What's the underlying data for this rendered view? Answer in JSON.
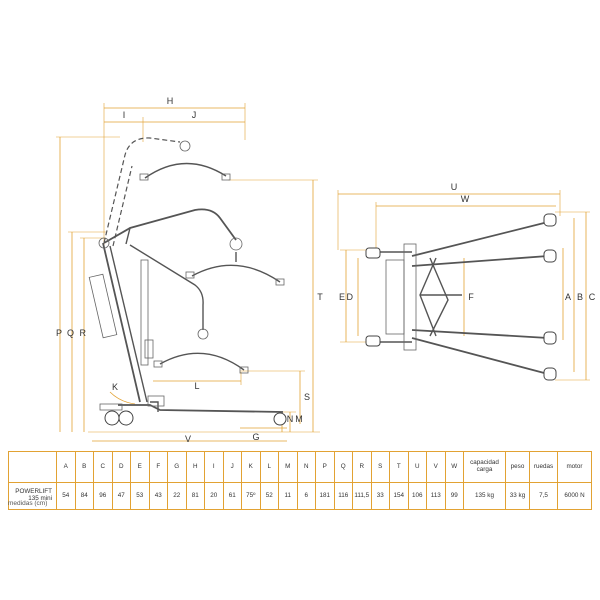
{
  "diagram": {
    "labels": {
      "H": "H",
      "I": "I",
      "J": "J",
      "K": "K",
      "L": "L",
      "P": "P",
      "Q": "Q",
      "R": "R",
      "S": "S",
      "T": "T",
      "G": "G",
      "V": "V",
      "N": "N",
      "M": "M",
      "U": "U",
      "W": "W",
      "D": "D",
      "E": "E",
      "F": "F",
      "A": "A",
      "B": "B",
      "C": "C"
    }
  },
  "table": {
    "headers": [
      "A",
      "B",
      "C",
      "D",
      "E",
      "F",
      "G",
      "H",
      "I",
      "J",
      "K",
      "L",
      "M",
      "N",
      "P",
      "Q",
      "R",
      "S",
      "T",
      "U",
      "V",
      "W",
      "capacidad carga",
      "peso",
      "ruedas",
      "motor"
    ],
    "model_line1": "POWERLIFT",
    "model_line2": "135 mini",
    "values": [
      "54",
      "84",
      "96",
      "47",
      "53",
      "43",
      "22",
      "81",
      "20",
      "61",
      "75º",
      "52",
      "11",
      "6",
      "181",
      "116",
      "111,5",
      "33",
      "154",
      "106",
      "113",
      "99",
      "135 kg",
      "33 kg",
      "7,5",
      "6000 N"
    ]
  },
  "units_note": "medidas (cm)",
  "colors": {
    "dimension_lines": "#e2a233",
    "frame": "#555555"
  }
}
